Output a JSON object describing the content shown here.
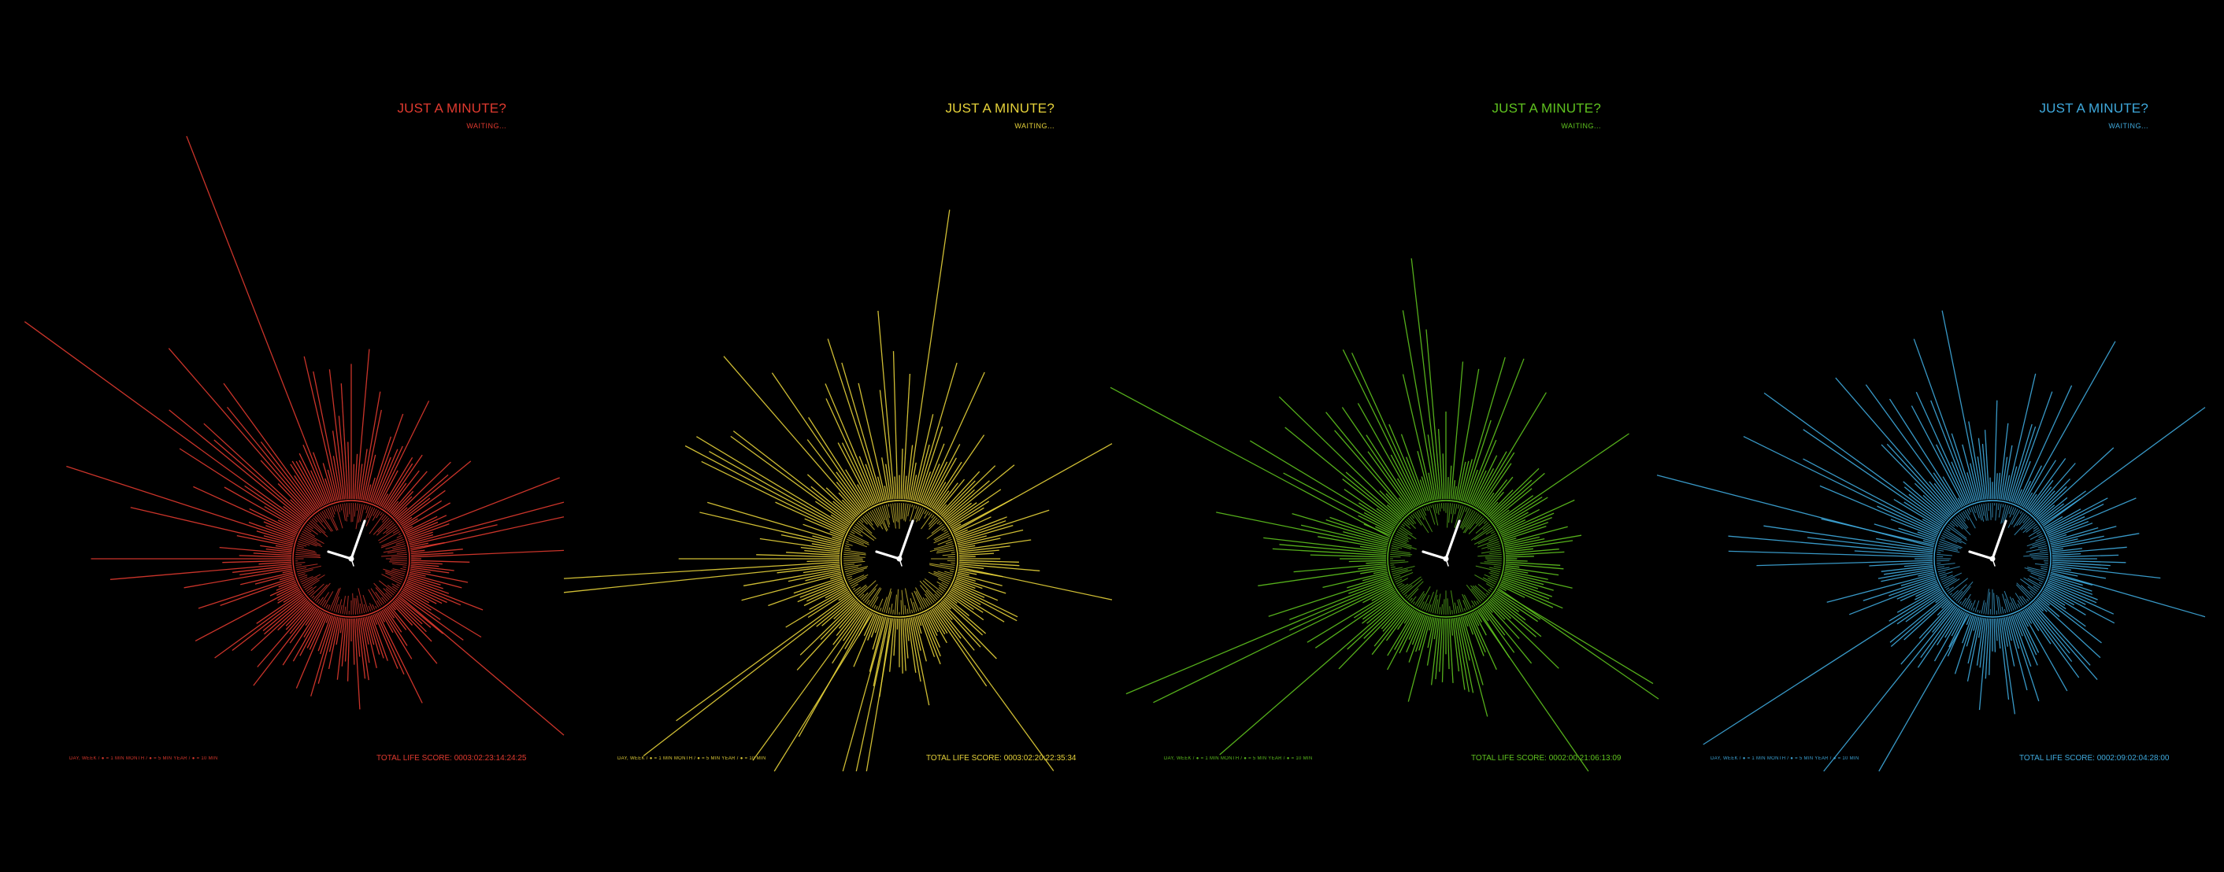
{
  "panels": [
    {
      "color": "#e03a2f",
      "title": "JUST A MINUTE?",
      "status": "WAITING...",
      "legend": "DAY, WEEK / ● = 1 MIN    MONTH / ● = 5 MIN    YEAR / ● = 10 MIN",
      "score_label": "TOTAL LIFE SCORE:",
      "score_value": "0003:02:23:14:24:25"
    },
    {
      "color": "#e6d23a",
      "title": "JUST A MINUTE?",
      "status": "WAITING...",
      "legend": "DAY, WEEK / ● = 1 MIN    MONTH / ● = 5 MIN    YEAR / ● = 10 MIN",
      "score_label": "TOTAL LIFE SCORE:",
      "score_value": "0003:02:20:22:35:34"
    },
    {
      "color": "#5fc21f",
      "title": "JUST A MINUTE?",
      "status": "WAITING...",
      "legend": "DAY, WEEK / ● = 1 MIN    MONTH / ● = 5 MIN    YEAR / ● = 10 MIN",
      "score_label": "TOTAL LIFE SCORE:",
      "score_value": "0002:00:21:06:13:09"
    },
    {
      "color": "#3fa9dc",
      "title": "JUST A MINUTE?",
      "status": "WAITING...",
      "legend": "DAY, WEEK / ● = 1 MIN    MONTH / ● = 5 MIN    YEAR / ● = 10 MIN",
      "score_label": "TOTAL LIFE SCORE:",
      "score_value": "0002:09:02:04:28:00"
    }
  ]
}
